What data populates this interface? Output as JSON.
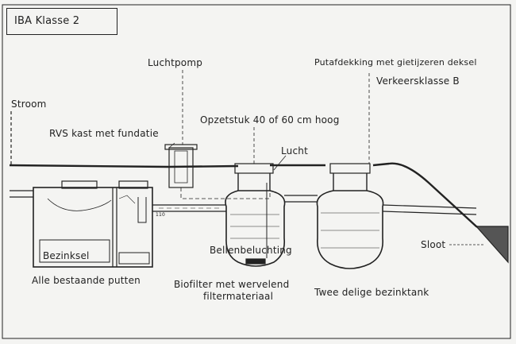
{
  "title": "IBA Klasse 2",
  "labels": {
    "luchtpomp": "Luchtpomp",
    "putafdekking": "Putafdekking met gietijzeren deksel",
    "verkeersklasse": "Verkeersklasse B",
    "stroom": "Stroom",
    "opzetstuk": "Opzetstuk 40 of 60 cm hoog",
    "rvs_kast": "RVS kast met fundatie",
    "lucht": "Lucht",
    "bezinksel": "Bezinksel",
    "alle_putten": "Alle bestaande putten",
    "bellenbeluchting": "Bellenbeluchting",
    "sloot": "Sloot",
    "biofilter_line1": "Biofilter met wervelend",
    "biofilter_line2": "filtermateriaal",
    "bezinktank": "Twee delige bezinktank",
    "pipe_dim": "110"
  },
  "colors": {
    "ink": "#222222",
    "paper": "#f4f4f2"
  }
}
